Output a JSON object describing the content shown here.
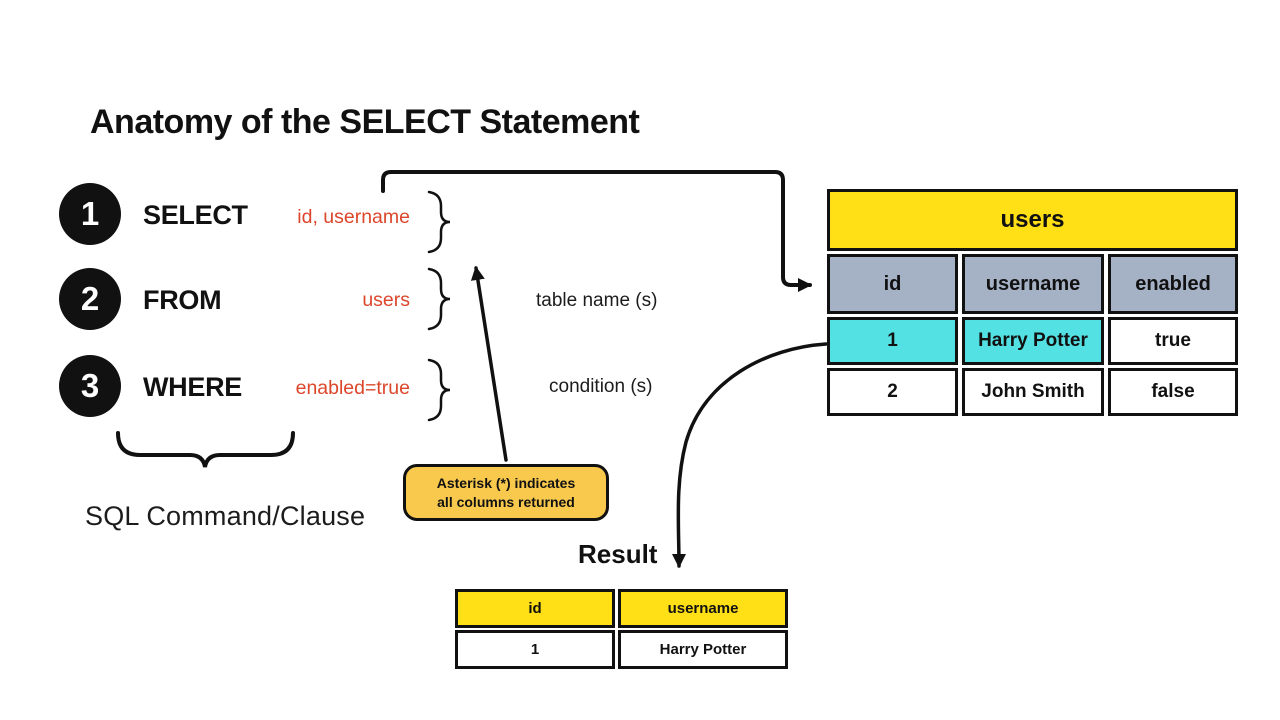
{
  "title": "Anatomy of the SELECT Statement",
  "steps": [
    {
      "num": "1",
      "keyword": "SELECT",
      "value": "id, username"
    },
    {
      "num": "2",
      "keyword": "FROM",
      "value": "users",
      "annotation": "table name (s)"
    },
    {
      "num": "3",
      "keyword": "WHERE",
      "value": "enabled=true",
      "annotation": "condition (s)"
    }
  ],
  "sql_command_label": "SQL Command/Clause",
  "callout": {
    "line1": "Asterisk (*) indicates",
    "line2": "all columns returned"
  },
  "result_label": "Result",
  "users_table": {
    "title": "users",
    "headers": [
      "id",
      "username",
      "enabled"
    ],
    "rows": [
      [
        "1",
        "Harry Potter",
        "true"
      ],
      [
        "2",
        "John Smith",
        "false"
      ]
    ]
  },
  "result_table": {
    "headers": [
      "id",
      "username"
    ],
    "rows": [
      [
        "1",
        "Harry Potter"
      ]
    ]
  },
  "colors": {
    "table_yellow": "#FFDF15",
    "header_slate": "#A5B1C5",
    "highlight_cyan": "#54E1E4",
    "callout_gold": "#F8C94C",
    "value_red": "#DC472B",
    "ink_black": "#111111"
  }
}
